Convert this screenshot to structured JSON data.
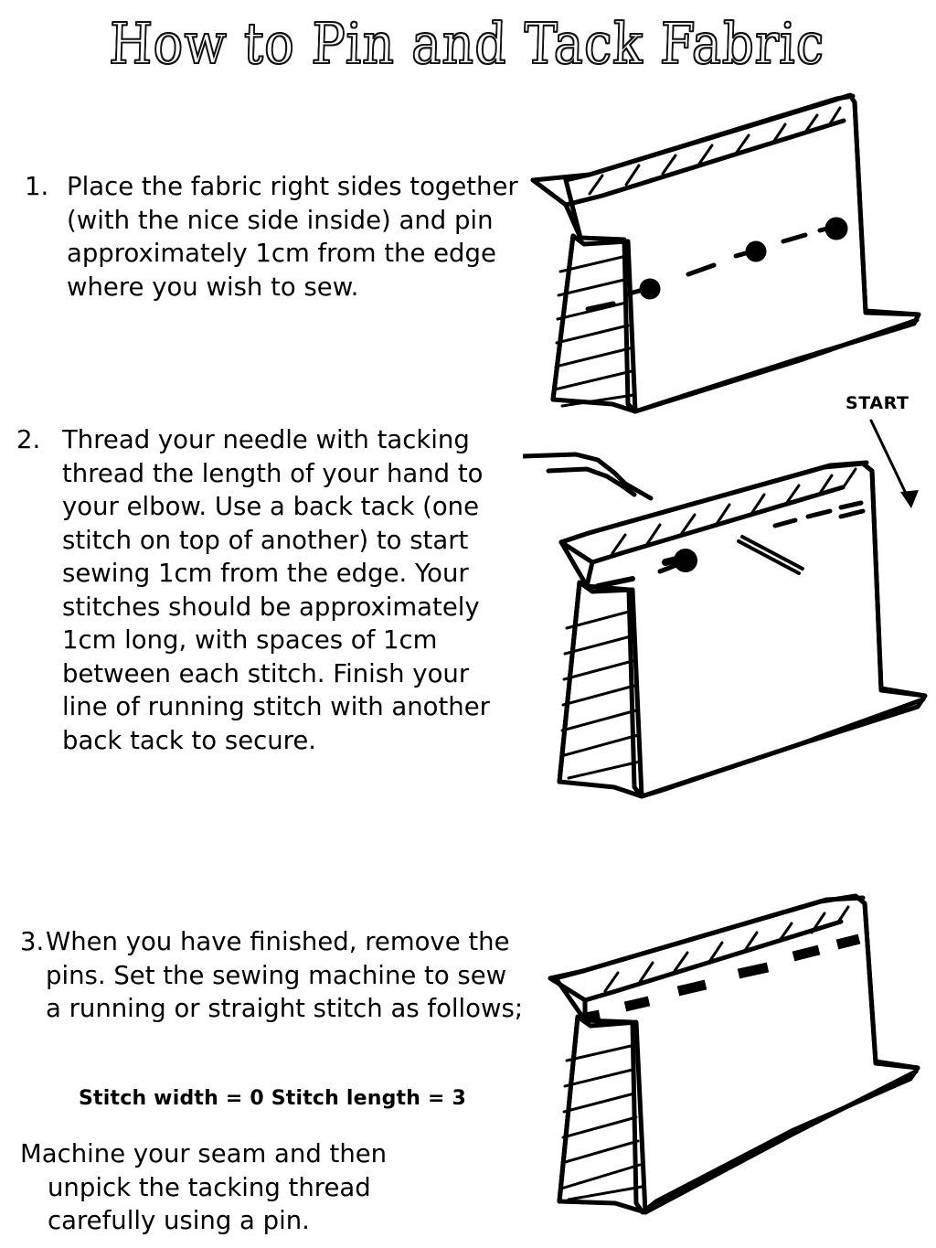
{
  "page": {
    "title": "How to Pin and Tack Fabric",
    "background_color": "#ffffff",
    "ink_color": "#000000"
  },
  "steps": [
    {
      "marker": "1.",
      "text": "Place the fabric right sides together (with the nice side inside) and pin approximately 1cm from the edge where you wish to sew."
    },
    {
      "marker": "2.",
      "text": "Thread your needle with tacking thread the length of your hand to your elbow.  Use a back tack (one stitch on top of another) to start sewing 1cm from the edge.   Your stitches should be approximately 1cm long, with spaces of 1cm between each stitch.  Finish your line of running stitch with another back tack to secure."
    },
    {
      "marker": "3.",
      "text": "When you have finished, remove the pins.  Set the sewing machine to sew a running or straight stitch as follows;"
    }
  ],
  "stitch_settings": {
    "line": "Stitch width = 0  Stitch length = 3",
    "width_label": "Stitch width",
    "width_value": "0",
    "length_label": "Stitch length",
    "length_value": "3"
  },
  "closing_note": {
    "line1": "Machine your seam and then",
    "line2": "unpick the tacking thread",
    "line3": "carefully using a pin."
  },
  "annotations": {
    "start_label": "START"
  },
  "illustrations": [
    {
      "name": "pinned-fabric",
      "caption_hidden": "Hand-drawn fabric folded with hatched seam allowance and three pins along the top edge"
    },
    {
      "name": "tacking-fabric",
      "caption_hidden": "Hand-drawn fabric being tacked: needle and thread, knot, and running stitches"
    },
    {
      "name": "tacked-fabric",
      "caption_hidden": "Hand-drawn fabric with a completed line of bold tacking stitches"
    }
  ]
}
